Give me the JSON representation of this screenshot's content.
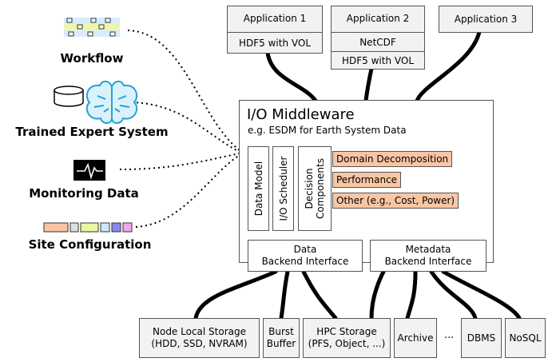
{
  "applications": [
    {
      "title": "Application 1",
      "layers": [
        "HDF5 with VOL"
      ]
    },
    {
      "title": "Application 2",
      "layers": [
        "NetCDF",
        "HDF5 with VOL"
      ]
    },
    {
      "title": "Application 3",
      "layers": []
    }
  ],
  "inputs": {
    "workflow": "Workflow",
    "expert_system": "Trained Expert System",
    "monitoring": "Monitoring Data",
    "site_config": "Site Configuration"
  },
  "middleware": {
    "title": "I/O Middleware",
    "subtitle": "e.g. ESDM for Earth System Data",
    "data_model": "Data Model",
    "io_scheduler": "I/O Scheduler",
    "decision_line1": "Decision",
    "decision_line2": "Components",
    "decisions": [
      "Domain Decomposition",
      "Performance",
      "Other (e.g., Cost, Power)"
    ],
    "data_backend_line1": "Data",
    "data_backend_line2": "Backend Interface",
    "metadata_backend_line1": "Metadata",
    "metadata_backend_line2": "Backend Interface"
  },
  "storage": [
    {
      "line1": "Node Local Storage",
      "line2": "(HDD, SSD, NVRAM)"
    },
    {
      "line1": "Burst",
      "line2": "Buffer"
    },
    {
      "line1": "HPC Storage",
      "line2": "(PFS, Object, ...)"
    },
    {
      "line1": "Archive",
      "line2": ""
    },
    {
      "line1": "DBMS",
      "line2": ""
    },
    {
      "line1": "NoSQL",
      "line2": ""
    }
  ],
  "ellipsis": "...",
  "colors": {
    "box_fill": "#f2f2f2",
    "decision_fill": "#f9c6a3",
    "connector": "#000000"
  }
}
